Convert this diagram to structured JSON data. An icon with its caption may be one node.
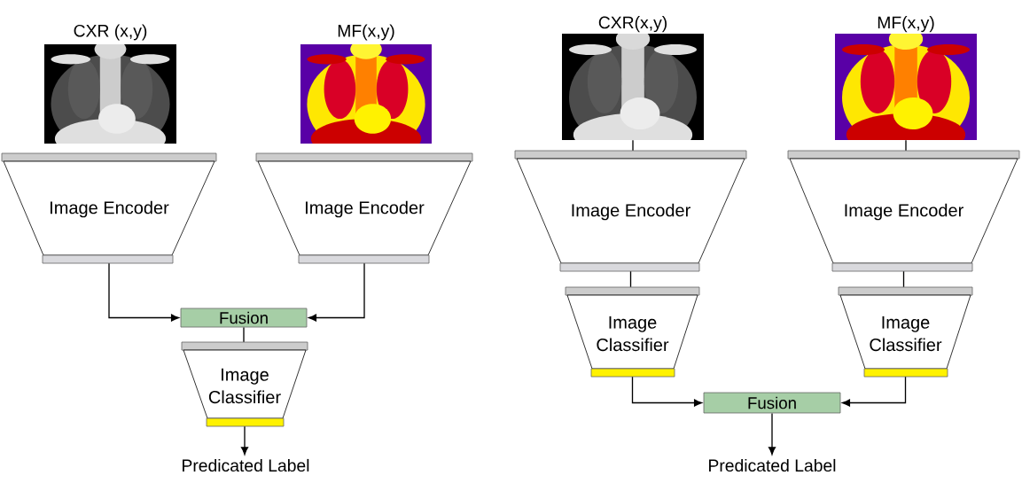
{
  "diagram": {
    "nodes": [
      {
        "text": [
          "Image Encoder"
        ]
      },
      {
        "text": [
          "Image Encoder"
        ]
      },
      {
        "text": [
          "Fusion"
        ]
      },
      {
        "text": [
          "Image Classifier"
        ]
      },
      {
        "text": [
          "Predicated Label"
        ]
      },
      {
        "text": [],
        "shape": "picture",
        "beside": [
          "CXR(x,y)"
        ]
      },
      {
        "text": [],
        "shape": "picture",
        "beside": [
          "MF(x,y)"
        ]
      },
      {
        "text": [
          "Image Encoder"
        ]
      },
      {
        "text": [
          "Image Encoder"
        ]
      },
      {
        "text": [
          "Image Classifier"
        ]
      },
      {
        "text": [
          "Image Classifier"
        ]
      },
      {
        "text": [
          "Fusion"
        ]
      },
      {
        "text": [
          "Predicated Label"
        ]
      }
    ],
    "edges": [
      {
        "from": 0,
        "to": 2,
        "arrow": "to"
      },
      {
        "from": 1,
        "to": 2,
        "arrow": "to"
      },
      {
        "from": 2,
        "to": 3,
        "arrow": "none"
      },
      {
        "from": 3,
        "to": 4,
        "arrow": "to"
      },
      {
        "from": 5,
        "to": 7,
        "arrow": "none"
      },
      {
        "from": 6,
        "to": 8,
        "arrow": "none"
      },
      {
        "from": 7,
        "to": 9,
        "arrow": "none"
      },
      {
        "from": 8,
        "to": 10,
        "arrow": "none"
      },
      {
        "from": 9,
        "to": 11,
        "arrow": "to"
      },
      {
        "from": 10,
        "to": 11,
        "arrow": "to"
      },
      {
        "from": 11,
        "to": 12,
        "arrow": "to"
      }
    ],
    "labels": [
      "CXR (x,y)",
      "MF(x,y)"
    ]
  }
}
